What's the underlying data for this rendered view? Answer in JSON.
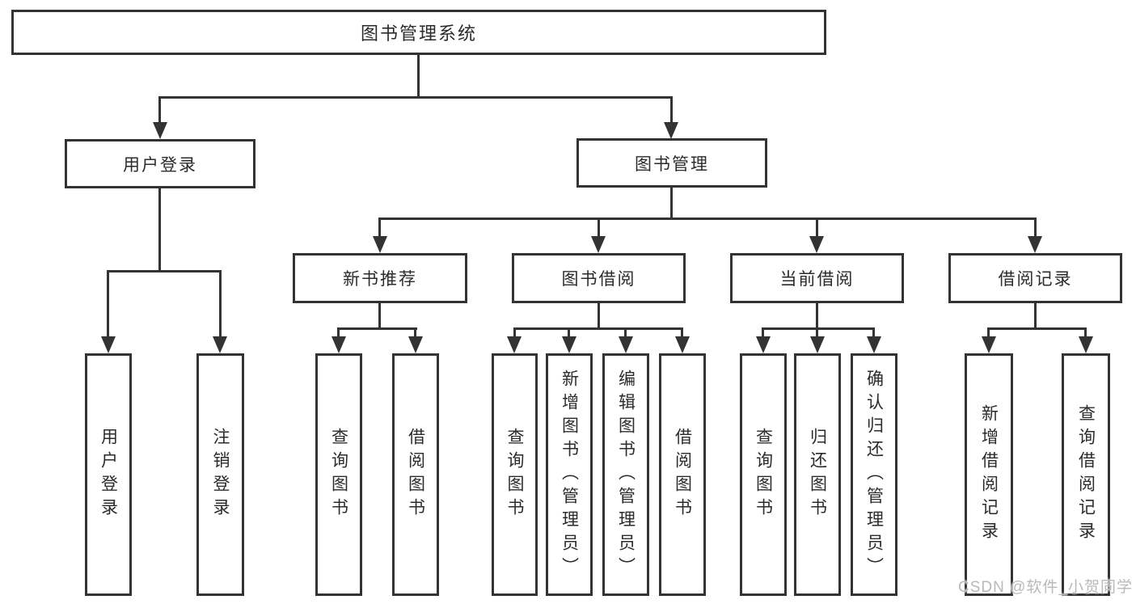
{
  "diagram": {
    "root": {
      "label": "图书管理系统"
    },
    "branches": [
      {
        "label": "用户登录",
        "children": [
          {
            "label": "用户登录"
          },
          {
            "label": "注销登录"
          }
        ]
      },
      {
        "label": "图书管理",
        "children": [
          {
            "label": "新书推荐",
            "children": [
              {
                "label": "查询图书"
              },
              {
                "label": "借阅图书"
              }
            ]
          },
          {
            "label": "图书借阅",
            "children": [
              {
                "label": "查询图书"
              },
              {
                "label": "新增图书（管理员）"
              },
              {
                "label": "编辑图书（管理员）"
              },
              {
                "label": "借阅图书"
              }
            ]
          },
          {
            "label": "当前借阅",
            "children": [
              {
                "label": "查询图书"
              },
              {
                "label": "归还图书"
              },
              {
                "label": "确认归还（管理员）"
              }
            ]
          },
          {
            "label": "借阅记录",
            "children": [
              {
                "label": "新增借阅记录"
              },
              {
                "label": "查询借阅记录"
              }
            ]
          }
        ]
      }
    ]
  },
  "watermark": {
    "text": "CSDN @软件_小贺同学"
  },
  "colors": {
    "line": "#333333",
    "text": "#2b2b2b",
    "watermark": "#b9b9b9",
    "background": "#ffffff"
  }
}
